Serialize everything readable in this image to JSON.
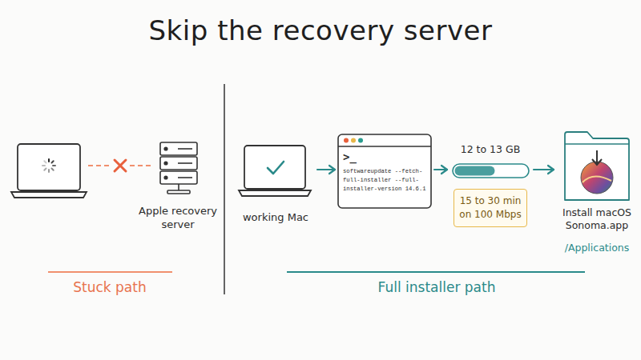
{
  "diagram": {
    "title": "Skip the recovery server",
    "nodes": [
      {
        "text": [
          "Apple recovery server"
        ]
      },
      {
        "text": [
          "working Mac"
        ]
      },
      {
        "text": [
          ">_",
          "softwareupdate --fetch-full-installer --full-installer-version 14.6.1"
        ]
      },
      {
        "text": [
          "12 to 13 GB"
        ]
      },
      {
        "text": [
          "15 to 30 min on 100 Mbps"
        ]
      },
      {
        "text": [
          "Install macOS Sonoma.app",
          "/Applications"
        ]
      }
    ],
    "edges": [
      {
        "from": 1,
        "to": 2,
        "arrow": "to"
      },
      {
        "from": 2,
        "to": 3,
        "arrow": "to"
      },
      {
        "from": 3,
        "to": 5,
        "arrow": "to"
      }
    ],
    "labels": [
      "Stuck path",
      "Full installer path"
    ]
  }
}
